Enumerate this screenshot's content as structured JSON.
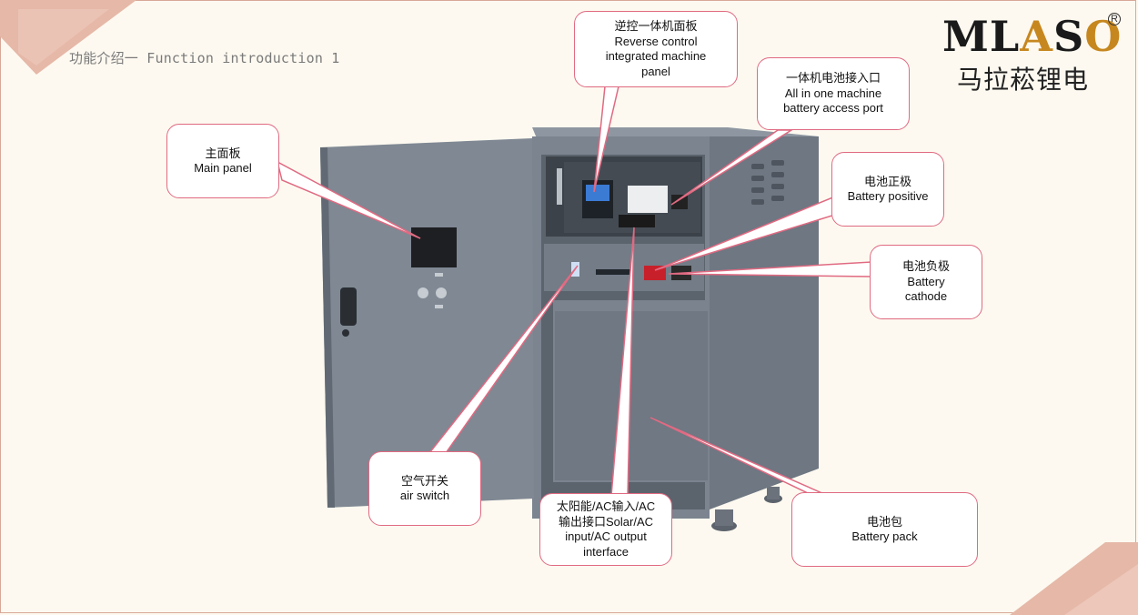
{
  "page": {
    "title": "功能介绍一 Function introduction 1"
  },
  "logo": {
    "latin": [
      "M",
      "L",
      "A",
      "S",
      "O"
    ],
    "latin_colors": [
      "#1a1a1a",
      "#1a1a1a",
      "#c7871f",
      "#1a1a1a",
      "#c7871f"
    ],
    "registered": "R",
    "chinese": "马拉菘锂电"
  },
  "callouts": {
    "reverse_control": {
      "cn": "逆控一体机面板",
      "en1": "Reverse control",
      "en2": "integrated machine",
      "en3": "panel"
    },
    "battery_access": {
      "cn": "一体机电池接入口",
      "en1": "All in one machine",
      "en2": "battery access port"
    },
    "main_panel": {
      "cn": "主面板",
      "en1": "Main panel"
    },
    "battery_positive": {
      "cn": "电池正极",
      "en1": "Battery positive"
    },
    "battery_cathode": {
      "cn": "电池负极",
      "en1": "Battery",
      "en2": "cathode"
    },
    "air_switch": {
      "cn": "空气开关",
      "en1": "air switch"
    },
    "solar_ac": {
      "cn": "太阳能/AC输入/AC",
      "en1": "输出接口Solar/AC",
      "en2": "input/AC output",
      "en3": "interface"
    },
    "battery_pack": {
      "cn": "电池包",
      "en1": "Battery pack"
    }
  },
  "colors": {
    "accent": "#e06a82",
    "background": "#fdf9f0",
    "decor": "#e6b8a8",
    "cabinet": "#7d8692"
  }
}
